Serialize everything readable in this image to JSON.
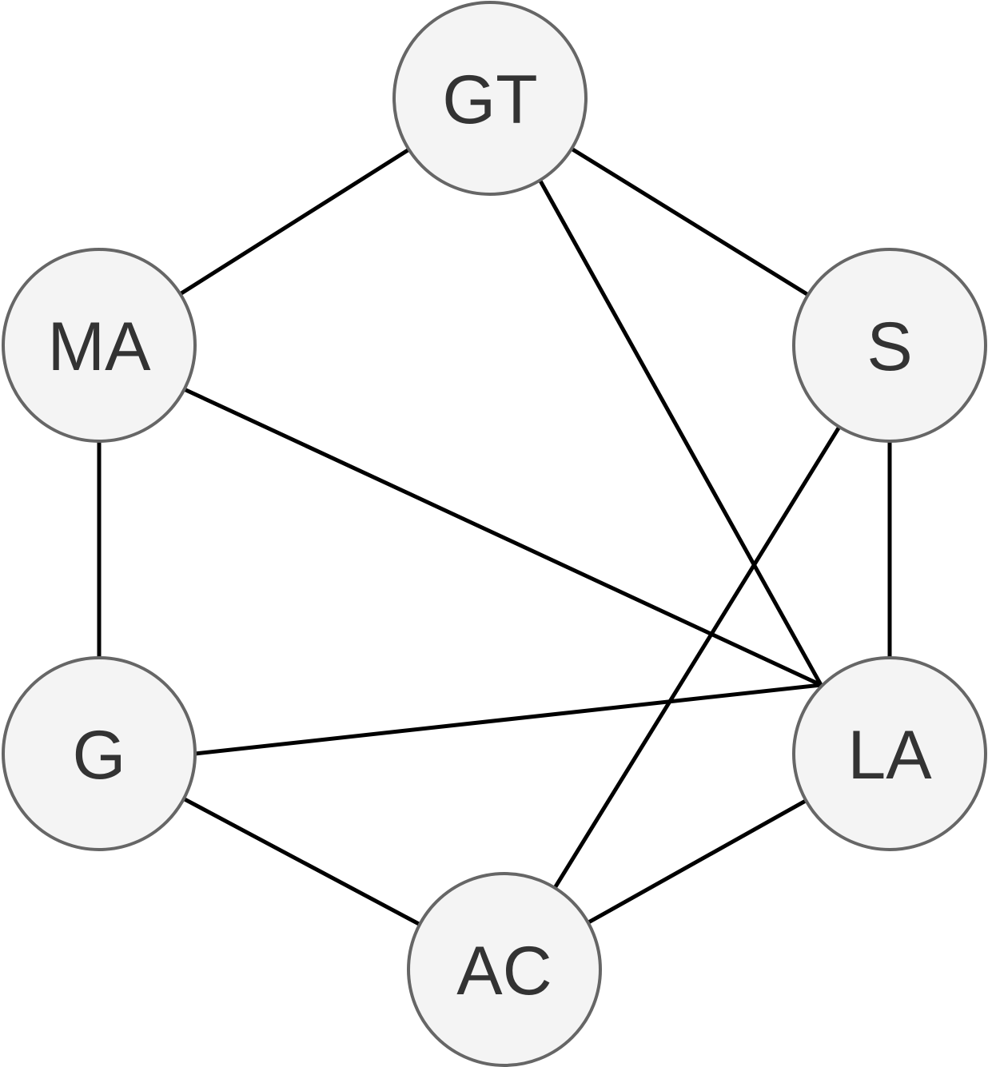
{
  "nodes": [
    {
      "id": "GT",
      "label": "GT"
    },
    {
      "id": "MA",
      "label": "MA"
    },
    {
      "id": "S",
      "label": "S"
    },
    {
      "id": "G",
      "label": "G"
    },
    {
      "id": "LA",
      "label": "LA"
    },
    {
      "id": "AC",
      "label": "AC"
    }
  ],
  "edges": [
    {
      "from": "GT",
      "to": "MA"
    },
    {
      "from": "GT",
      "to": "S"
    },
    {
      "from": "GT",
      "to": "LA"
    },
    {
      "from": "MA",
      "to": "G"
    },
    {
      "from": "MA",
      "to": "LA"
    },
    {
      "from": "S",
      "to": "LA"
    },
    {
      "from": "S",
      "to": "AC"
    },
    {
      "from": "G",
      "to": "LA"
    },
    {
      "from": "G",
      "to": "AC"
    },
    {
      "from": "LA",
      "to": "AC"
    }
  ],
  "colors": {
    "node_fill": "#f4f4f4",
    "node_stroke": "#666666",
    "edge": "#000000",
    "label": "#333333"
  }
}
